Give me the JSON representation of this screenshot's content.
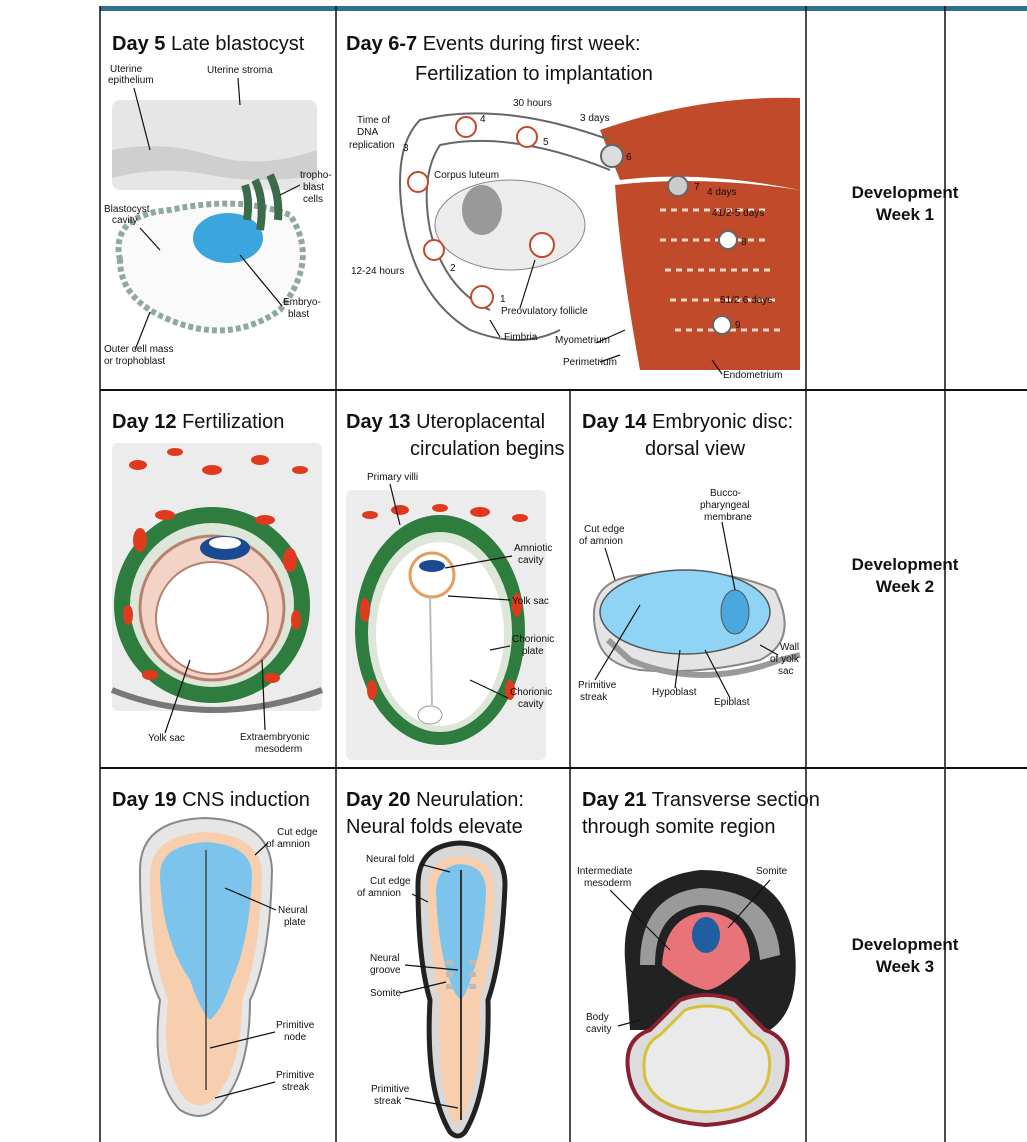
{
  "colors": {
    "border": "#111111",
    "top_bar": "#2f6f8f",
    "muscle": "#c04a2a",
    "green": "#2e7d3f",
    "blue": "#5ab7e0",
    "red": "#e03a1e",
    "peach": "#f5c7a0",
    "pink": "#e8747a",
    "gray": "#bcbcbc"
  },
  "panels": {
    "day5": {
      "day": "Day 5",
      "title": "Late blastocyst",
      "labels": {
        "uterine_epithelium": [
          "Uterine",
          "epithelium"
        ],
        "uterine_stroma": "Uterine stroma",
        "trophoblast_cells": [
          "tropho-",
          "blast",
          "cells"
        ],
        "blastocyst_cavity": [
          "Blastocyst",
          "cavity"
        ],
        "embryoblast": [
          "Embryo-",
          "blast"
        ],
        "outer_cell_mass": [
          "Outer cell mass",
          "or trophoblast"
        ]
      }
    },
    "day67": {
      "day": "Day 6-7",
      "title_line1": "Events during first week:",
      "title_line2": "Fertilization to implantation",
      "labels": {
        "time_dna": [
          "Time of",
          "DNA",
          "replication"
        ],
        "h30": "30 hours",
        "d3": "3 days",
        "d4": "4 days",
        "d45": "41/2-5 days",
        "d56": "51/2-6 days",
        "h1224": "12-24 hours",
        "corpus": "Corpus luteum",
        "follicle": "Preovulatory follicle",
        "fimbria": "Fimbria",
        "myometrium": "Myometrium",
        "perimetrium": "Perimetrium",
        "endometrium": "Endometrium",
        "n1": "1",
        "n2": "2",
        "n3": "3",
        "n4": "4",
        "n5": "5",
        "n6": "6",
        "n7": "7",
        "n8": "8",
        "n9": "9"
      }
    },
    "day12": {
      "day": "Day 12",
      "title": "Fertilization",
      "labels": {
        "yolk_sac": "Yolk sac",
        "extraembryonic": [
          "Extraembryonic",
          "mesoderm"
        ]
      }
    },
    "day13": {
      "day": "Day 13",
      "title_line1": "Uteroplacental",
      "title_line2": "circulation begins",
      "labels": {
        "primary_villi": "Primary villi",
        "amniotic_cavity": [
          "Amniotic",
          "cavity"
        ],
        "yolk_sac": "Yolk sac",
        "chorionic_plate": [
          "Chorionic",
          "plate"
        ],
        "chorionic_cavity": [
          "Chorionic",
          "cavity"
        ]
      }
    },
    "day14": {
      "day": "Day 14",
      "title_line1": "Embryonic disc:",
      "title_line2": "dorsal view",
      "labels": {
        "cut_edge": [
          "Cut edge",
          "of amnion"
        ],
        "bucco": [
          "Bucco-",
          "pharyngeal",
          "membrane"
        ],
        "primitive_streak": [
          "Primitive",
          "streak"
        ],
        "hypoblast": "Hypoblast",
        "epiblast": "Epiblast",
        "wall": [
          "Wall",
          "of yolk",
          "sac"
        ]
      }
    },
    "day19": {
      "day": "Day 19",
      "title": "CNS induction",
      "labels": {
        "cut_edge": [
          "Cut edge",
          "of amnion"
        ],
        "neural_plate": [
          "Neural",
          "plate"
        ],
        "primitive_node": [
          "Primitive",
          "node"
        ],
        "primitive_streak": [
          "Primitive",
          "streak"
        ]
      }
    },
    "day20": {
      "day": "Day 20",
      "title_line1": "Neurulation:",
      "title_line2": "Neural folds elevate",
      "labels": {
        "neural_fold": "Neural fold",
        "cut_edge": [
          "Cut edge",
          "of amnion"
        ],
        "neural_groove": [
          "Neural",
          "groove"
        ],
        "somite": "Somite",
        "primitive_streak": [
          "Primitive",
          "streak"
        ]
      }
    },
    "day21": {
      "day": "Day 21",
      "title_line1": "Transverse section",
      "title_line2": "through somite region",
      "labels": {
        "intermediate": [
          "Intermediate",
          "mesoderm"
        ],
        "somite": "Somite",
        "body_cavity": [
          "Body",
          "cavity"
        ]
      }
    }
  },
  "weeks": [
    {
      "line1": "Development",
      "line2": "Week 1"
    },
    {
      "line1": "Development",
      "line2": "Week 2"
    },
    {
      "line1": "Development",
      "line2": "Week 3"
    }
  ]
}
